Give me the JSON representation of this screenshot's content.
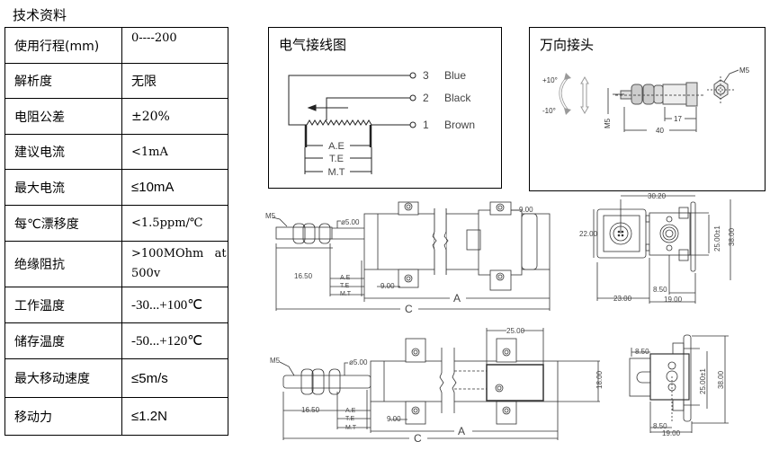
{
  "title": "技术资料",
  "spec_table": {
    "rows": [
      {
        "label": "使用行程(mm)",
        "value": "0----200"
      },
      {
        "label": "解析度",
        "value": "无限"
      },
      {
        "label": "电阻公差",
        "value": "±20%"
      },
      {
        "label": "建议电流",
        "value": "<1mA"
      },
      {
        "label": "最大电流",
        "value": "≤10mA"
      },
      {
        "label": "每℃漂移度",
        "value": "<1.5ppm/℃"
      },
      {
        "label": "绝缘阻抗",
        "value": ">100MOhm  at 500v"
      },
      {
        "label": "工作温度",
        "value": "-30...+100℃"
      },
      {
        "label": "储存温度",
        "value": "-50...+120℃"
      },
      {
        "label": "最大移动速度",
        "value": "≤5m/s"
      },
      {
        "label": "移动力",
        "value": "≤1.2N"
      }
    ]
  },
  "wiring_diagram": {
    "title": "电气接线图",
    "terminals": [
      {
        "pin": "3",
        "color": "Blue"
      },
      {
        "pin": "2",
        "color": "Black"
      },
      {
        "pin": "1",
        "color": "Brown"
      }
    ],
    "dims": [
      "A.E",
      "T.E",
      "M.T"
    ]
  },
  "universal_joint": {
    "title": "万向接头",
    "angle_plus": "+10°",
    "angle_minus": "-10°",
    "thread": "M5",
    "thread_side": "M5",
    "dim_17": "17",
    "dim_40": "40"
  },
  "drawing_top": {
    "m5": "M5",
    "dia": "ø5.00",
    "d1650": "16.50",
    "d900a": "9.00",
    "d900b": "9.00",
    "ae": "A.E",
    "te": "T.E",
    "mt": "M.T",
    "a": "A",
    "c": "C"
  },
  "end_view_top": {
    "d3020": "30.20",
    "d2200": "22.00",
    "d2300": "23.00",
    "d850": "8.50",
    "d1900": "19.00",
    "d2500": "25.00±1",
    "d3800": "38.00"
  },
  "drawing_bottom": {
    "m5": "M5",
    "dia": "ø5.00",
    "d1650": "16.50",
    "d900": "9.00",
    "d2500": "25.00",
    "d1800": "18.00",
    "ae": "A.E",
    "te": "T.E",
    "mt": "M.T",
    "a": "A",
    "c": "C"
  },
  "end_view_bottom": {
    "d850a": "8.50",
    "d850b": "8.50",
    "d1900": "19.00",
    "d2500": "25.00±1",
    "d3800": "38.00"
  }
}
